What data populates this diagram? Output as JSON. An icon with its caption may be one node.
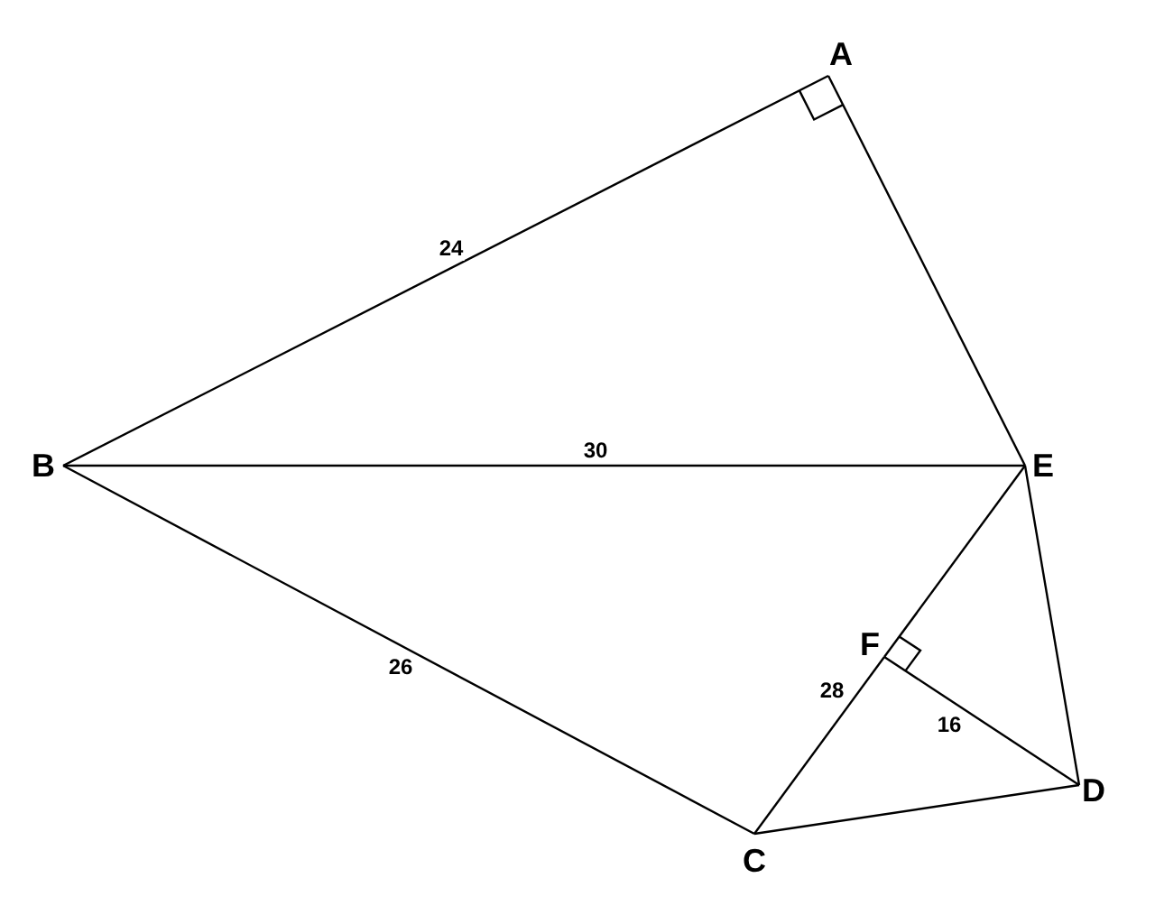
{
  "diagram": {
    "nodes": [
      {
        "text": [
          "A"
        ]
      },
      {
        "text": [
          "B"
        ]
      },
      {
        "text": [
          "E"
        ]
      },
      {
        "text": [
          "F"
        ]
      },
      {
        "text": [
          "C"
        ]
      },
      {
        "text": [
          "D"
        ]
      }
    ],
    "edges": [
      {
        "from": 1,
        "to": 0,
        "arrow": "none",
        "label": "24"
      },
      {
        "from": 0,
        "to": 2,
        "arrow": "none"
      },
      {
        "from": 1,
        "to": 2,
        "arrow": "none",
        "label": "30"
      },
      {
        "from": 1,
        "to": 4,
        "arrow": "none",
        "label": "26"
      },
      {
        "from": 2,
        "to": 3,
        "arrow": "none"
      },
      {
        "from": 3,
        "to": 4,
        "arrow": "none",
        "label": "28"
      },
      {
        "from": 2,
        "to": 5,
        "arrow": "none"
      },
      {
        "from": 3,
        "to": 5,
        "arrow": "none",
        "label": "16"
      },
      {
        "from": 4,
        "to": 5,
        "arrow": "none"
      }
    ]
  }
}
